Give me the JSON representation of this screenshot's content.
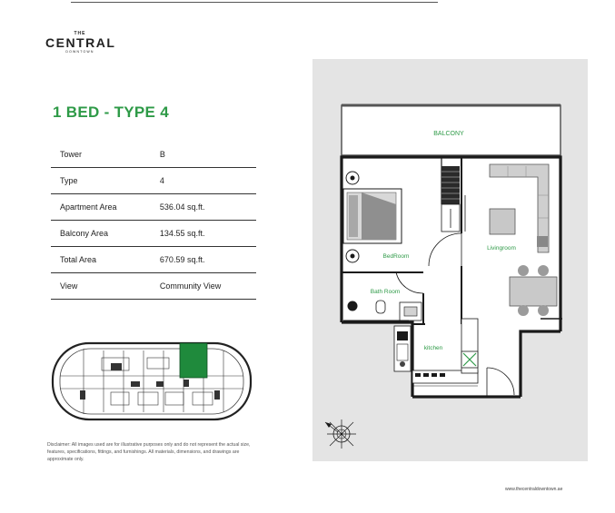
{
  "brand": {
    "the": "THE",
    "name": "CENTRAL",
    "sub": "DOWNTOWN"
  },
  "unit_title": "1 BED - TYPE 4",
  "specs": [
    {
      "label": "Tower",
      "value": "B"
    },
    {
      "label": "Type",
      "value": "4"
    },
    {
      "label": "Apartment Area",
      "value": "536.04 sq.ft."
    },
    {
      "label": "Balcony Area",
      "value": "134.55 sq.ft."
    },
    {
      "label": "Total Area",
      "value": "670.59 sq.ft."
    },
    {
      "label": "View",
      "value": "Community View"
    }
  ],
  "disclaimer": "Disclaimer: All images used are for illustrative purposes only and do not represent the actual size, features, specifications, fittings, and furnishings. All materials, dimensions, and drawings are approximate only.",
  "rooms": {
    "balcony": "BALCONY",
    "bedroom": "BedRoom",
    "livingroom": "Livingroom",
    "bathroom": "Bath Room",
    "kitchen": "kitchen"
  },
  "website": "www.thecentraldowntown.ae",
  "colors": {
    "accent": "#2e9a47",
    "panel": "#e4e4e4",
    "wall": "#1a1a1a",
    "highlight": "#1f8a3c"
  }
}
